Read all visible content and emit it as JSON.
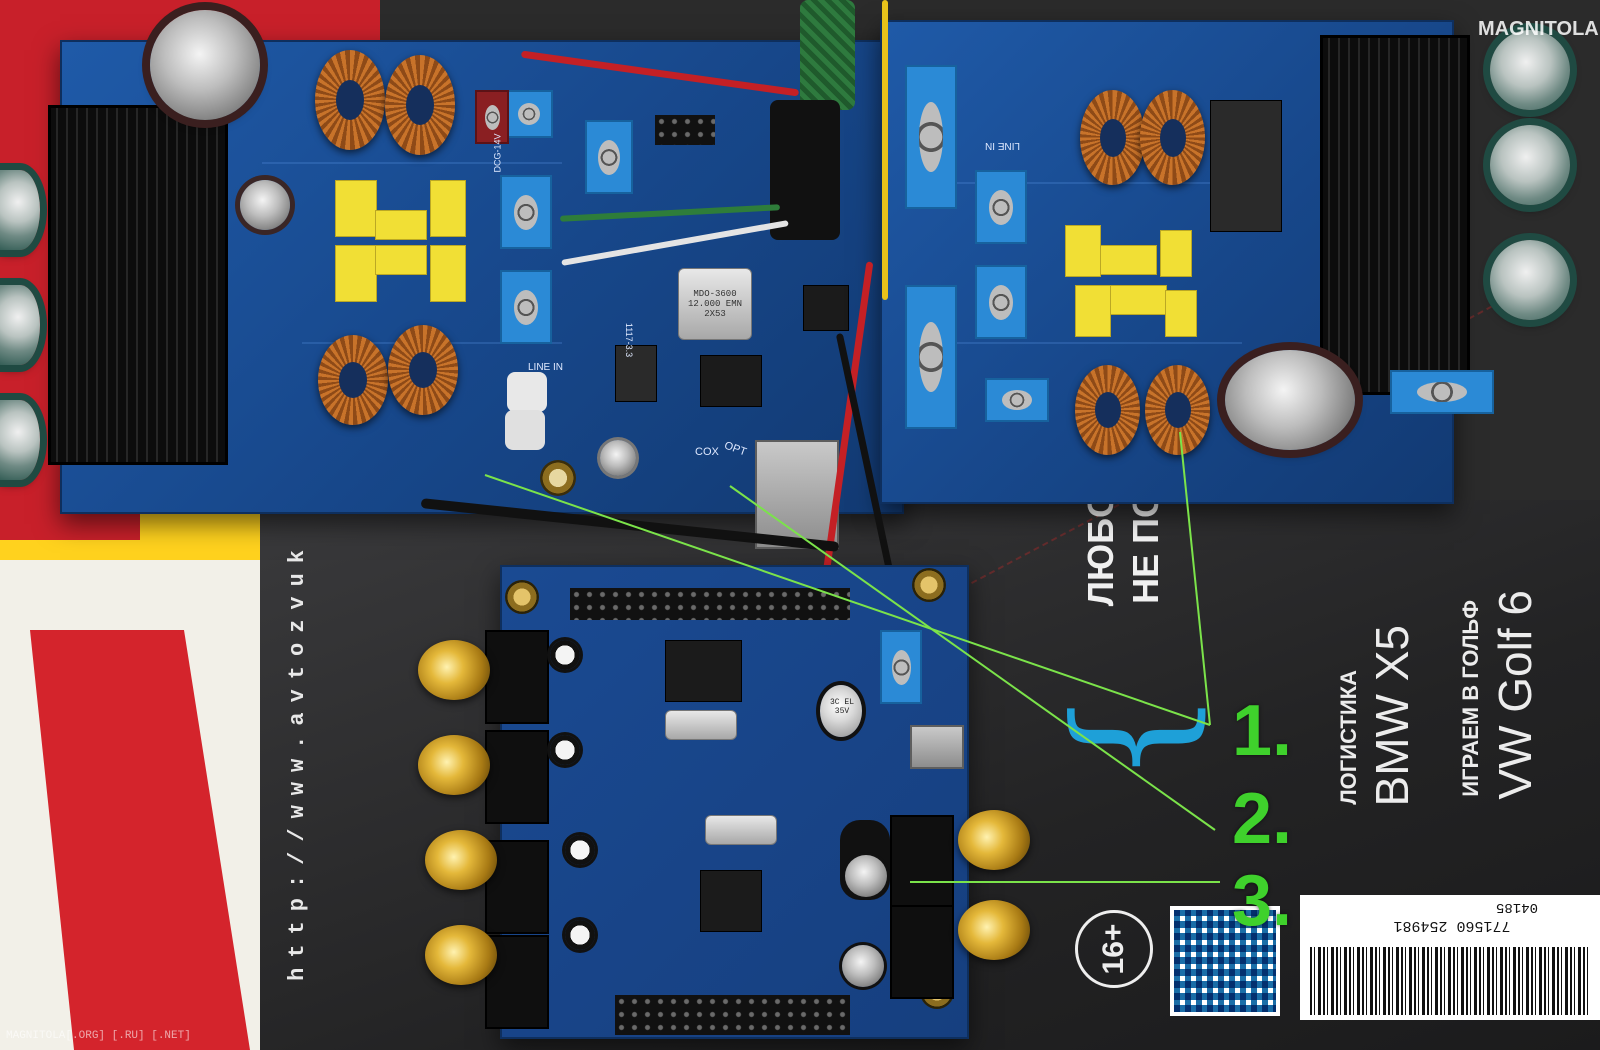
{
  "photo": {
    "annotations": {
      "labels": [
        "1.",
        "2.",
        "3."
      ],
      "line_color": "#7be34a",
      "label_color": "#3fd12c"
    },
    "watermark": "MAGNITOLA",
    "footer_text": "MAGNITOLA[.ORG] [.RU] [.NET]"
  },
  "magazine": {
    "url": "http://www.avtozvuk",
    "headline_line1": "ЛЮБО",
    "headline_line2": "НЕ ПО",
    "side_items": [
      {
        "small": "ЛОГИСТИКА",
        "big": "BMW X5"
      },
      {
        "small": "ИГРАЕМ В ГОЛЬФ",
        "big": "VW Golf 6"
      }
    ],
    "age_rating": "16+",
    "barcode_number": "771560 254981",
    "issue_number": "04185",
    "brand_color": "#c8202a",
    "accent_color": "#1ea0d8"
  },
  "boards": {
    "left_crystal": "MDO-3600 12.000 EMN 2X53",
    "silk_line_in_left": "LINE IN",
    "silk_line_in_right": "LINE IN",
    "silk_dcg": "DCG-14V",
    "silk_opt": "OPT",
    "silk_cox": "COX",
    "silk_reg": "1117-3.3",
    "bottom_cap_text": "3C EL 35V"
  }
}
